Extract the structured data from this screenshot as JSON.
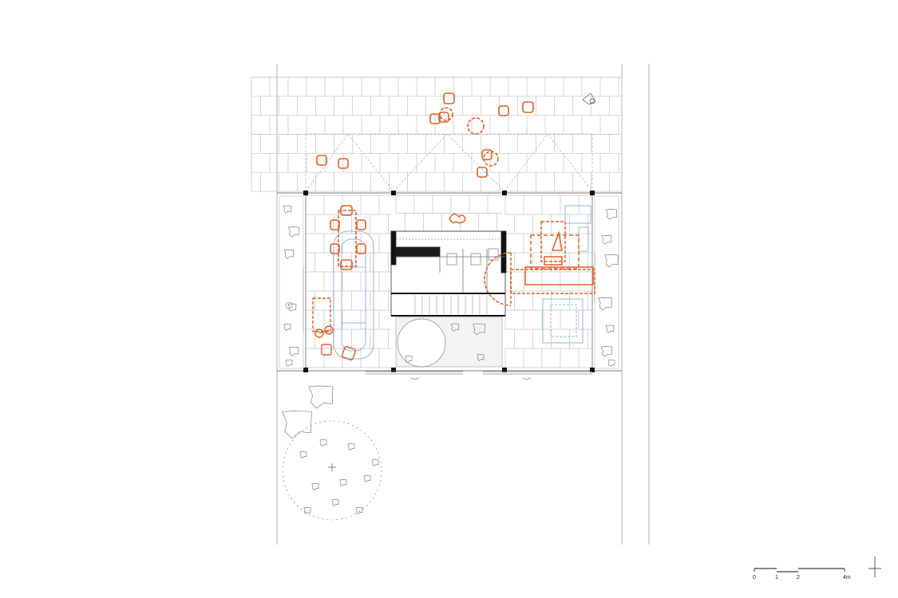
{
  "scale_bar": {
    "labels": [
      "0",
      "1",
      "2",
      "4m"
    ]
  },
  "colors": {
    "line": "#8a8a8a",
    "dark_line": "#111111",
    "paving": "#b9b9b9",
    "furniture_orange": "#e0612a",
    "furniture_blue": "#8fb8dc",
    "vegetation": "#7a7a7a"
  },
  "icons": [
    "tree-symbol",
    "shrub-symbol",
    "car-outline",
    "bicycle-outline",
    "dog-outline",
    "north-cross"
  ]
}
